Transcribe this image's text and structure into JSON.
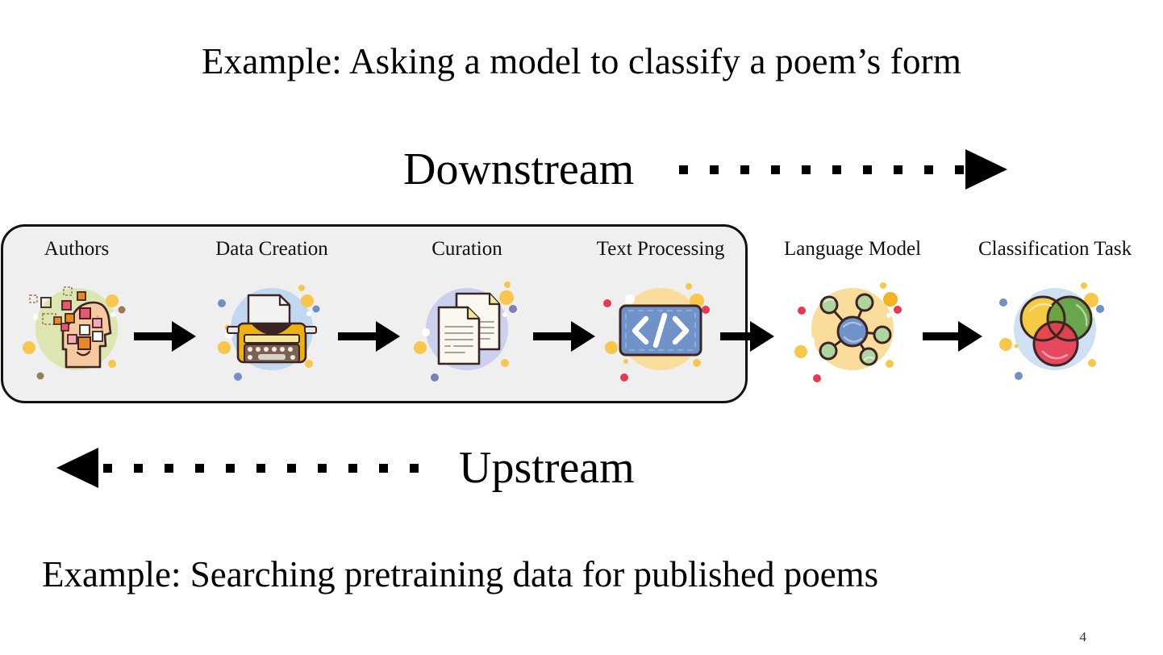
{
  "slide": {
    "page_number": "4",
    "background_color": "#ffffff",
    "title_top": "Example: Asking a model to classify a poem’s form",
    "title_bottom": "Example: Searching pretraining data for published poems"
  },
  "directions": {
    "downstream": {
      "label": "Downstream",
      "arrow_direction": "right",
      "dot_count": 10,
      "color": "#000000"
    },
    "upstream": {
      "label": "Upstream",
      "arrow_direction": "left",
      "dot_count": 11,
      "color": "#000000"
    }
  },
  "pipeline_box": {
    "fill_color": "#efefef",
    "border_color": "#121212"
  },
  "stages": [
    {
      "label": "Authors",
      "icon": "head-with-pixels-icon",
      "circle_color": "#dde5b0",
      "in_box": true
    },
    {
      "label": "Data Creation",
      "icon": "typewriter-icon",
      "circle_color": "#c2d7f0",
      "in_box": true
    },
    {
      "label": "Curation",
      "icon": "documents-icon",
      "circle_color": "#ccd0ef",
      "in_box": true
    },
    {
      "label": "Text Processing",
      "icon": "code-screen-icon",
      "circle_color": "#fadd9b",
      "in_box": true
    },
    {
      "label": "Language Model",
      "icon": "network-nodes-icon",
      "circle_color": "#fadd9b",
      "in_box": false
    },
    {
      "label": "Classification Task",
      "icon": "venn-diagram-icon",
      "circle_color": "#cfe0f2",
      "in_box": false
    }
  ],
  "connectors": [
    {
      "name": "authors-to-data-creation",
      "direction": "right"
    },
    {
      "name": "data-creation-to-curation",
      "direction": "right"
    },
    {
      "name": "curation-to-text-processing",
      "direction": "right"
    },
    {
      "name": "text-processing-to-language-model",
      "direction": "right"
    },
    {
      "name": "language-model-to-classification",
      "direction": "right"
    }
  ],
  "palette": {
    "accent_yellow": "#f7c64a",
    "accent_red": "#e8384f",
    "accent_blue": "#7090c8",
    "accent_brown": "#9c7a55",
    "line_dark": "#3b2424"
  }
}
